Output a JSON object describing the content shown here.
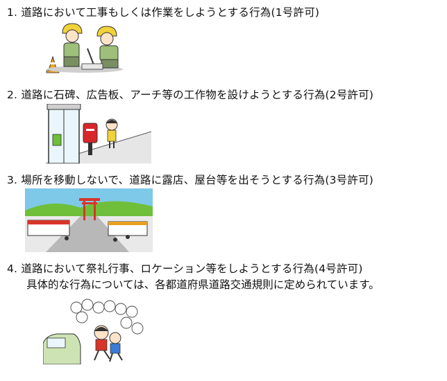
{
  "items": [
    {
      "title": "1. 道路において工事もしくは作業をしようとする行為(1号許可)",
      "illustration": "construction-workers-illustration"
    },
    {
      "title": "2. 道路に石碑、広告板、アーチ等の工作物を設けようとする行為(2号許可)",
      "illustration": "phone-booth-mailbox-illustration"
    },
    {
      "title": "3. 場所を移動しないで、道路に露店、屋台等を出そうとする行為(3号許可)",
      "illustration": "festival-street-stalls-illustration"
    },
    {
      "title": "4. 道路において祭礼行事、ロケーション等をしようとする行為(4号許可)",
      "subtitle": "具体的な行為については、各都道府県道路交通規則に定められています。",
      "illustration": "marathon-crowd-illustration"
    }
  ],
  "colors": {
    "helmet": "#f2d23a",
    "cone": "#f5a623",
    "mailbox": "#d9262a",
    "torii": "#d8352a",
    "sky": "#7ec8e8",
    "grass": "#6fbf3a"
  }
}
